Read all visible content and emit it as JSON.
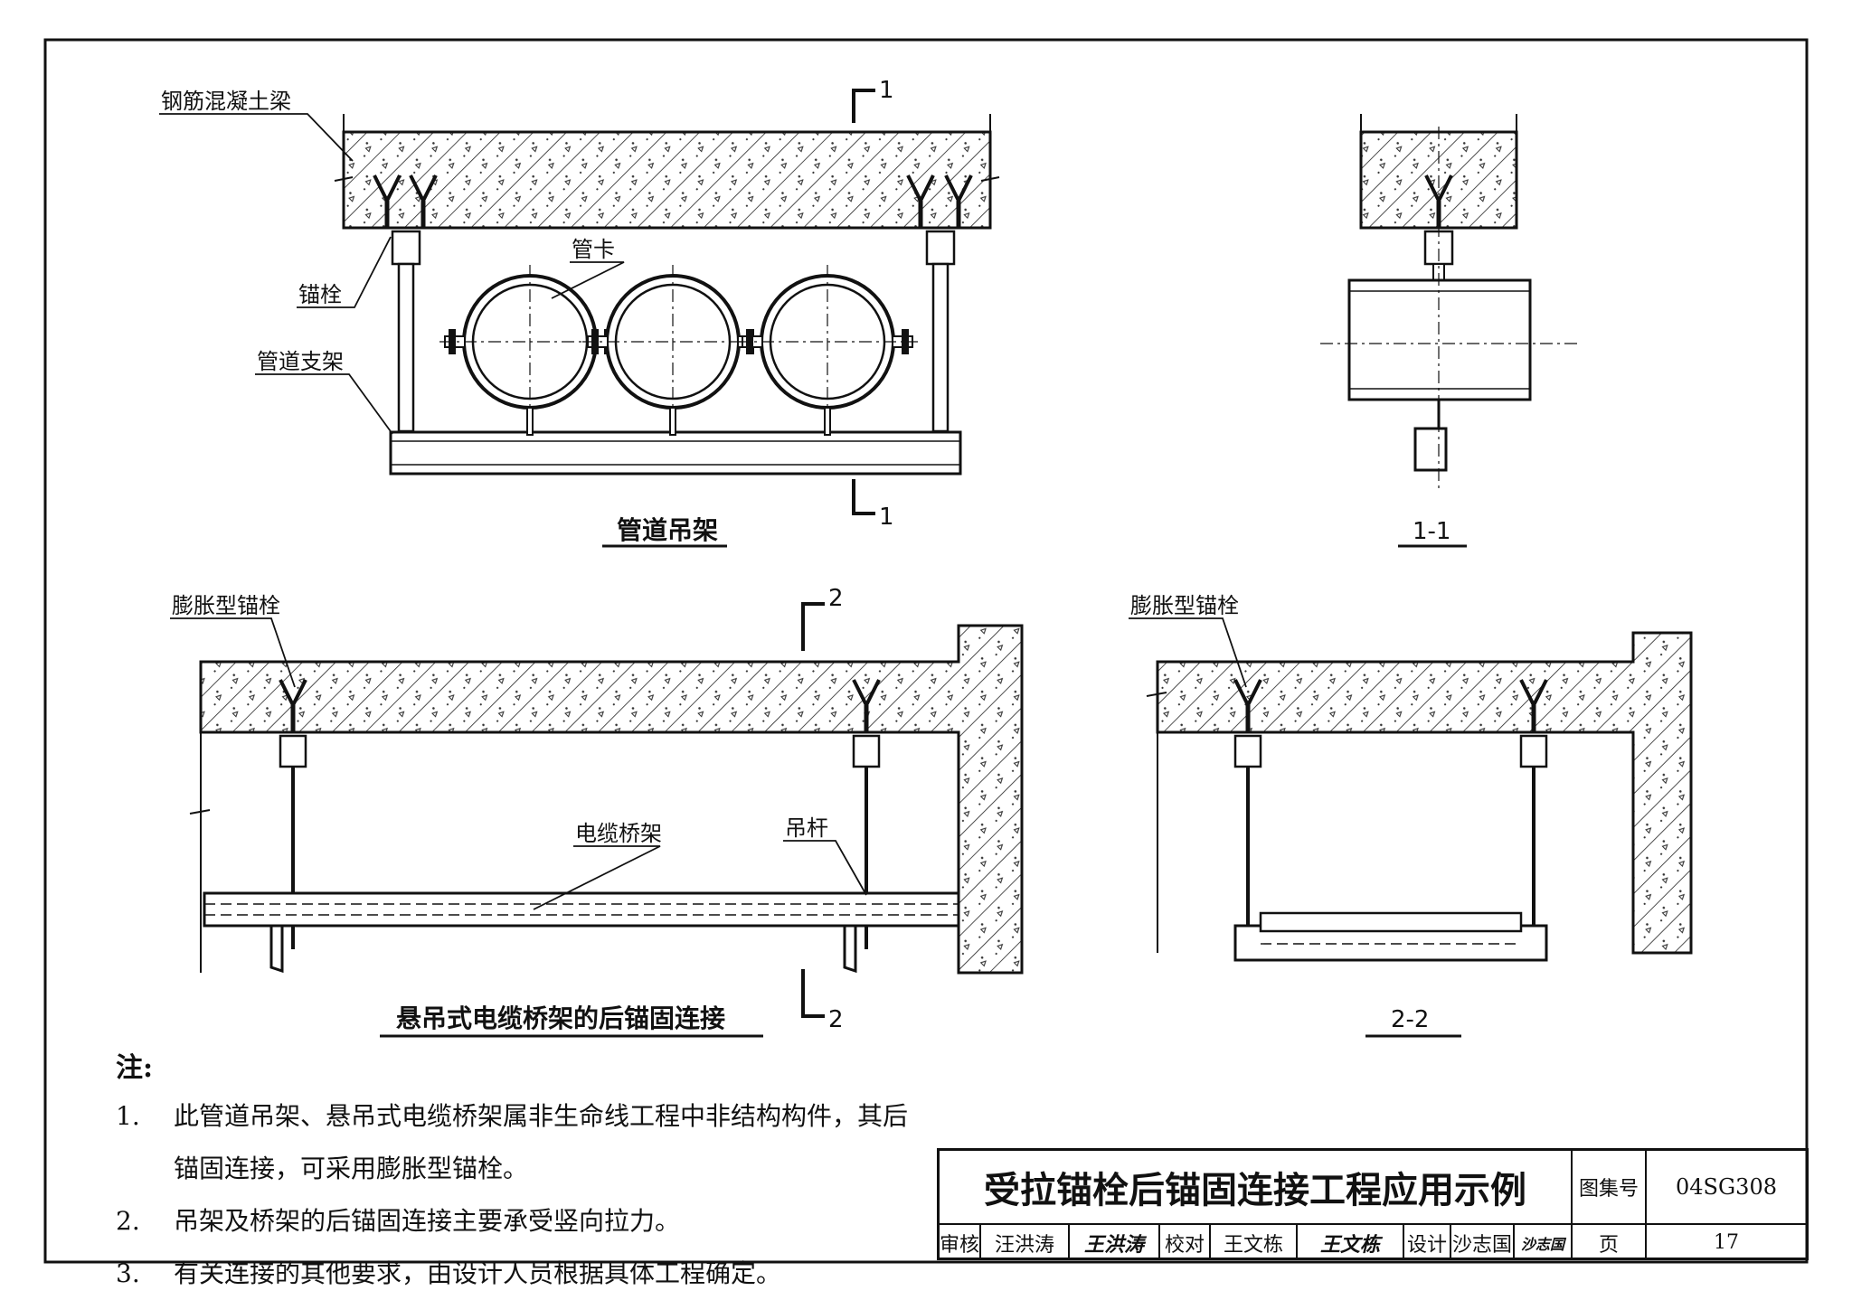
{
  "top": {
    "label_beam": "钢筋混凝土梁",
    "label_anchor": "锚栓",
    "label_support": "管道支架",
    "label_clamp": "管卡",
    "caption": "管道吊架",
    "section_mark": "1",
    "section_title": "1-1"
  },
  "bottom": {
    "label_anchor_left": "膨胀型锚栓",
    "label_anchor_right": "膨胀型锚栓",
    "label_tray": "电缆桥架",
    "label_rod": "吊杆",
    "caption": "悬吊式电缆桥架的后锚固连接",
    "section_mark": "2",
    "section_title": "2-2"
  },
  "notes": {
    "heading": "注:",
    "items": [
      {
        "num": "1.",
        "text": "此管道吊架、悬吊式电缆桥架属非生命线工程中非结构构件，其后锚固连接，可采用膨胀型锚栓。"
      },
      {
        "num": "2.",
        "text": "吊架及桥架的后锚固连接主要承受竖向拉力。"
      },
      {
        "num": "3.",
        "text": "有关连接的其他要求，由设计人员根据具体工程确定。"
      }
    ]
  },
  "title_block": {
    "title": "受拉锚栓后锚固连接工程应用示例",
    "atlas_label": "图集号",
    "atlas_no": "04SG308",
    "review_label": "审核",
    "review_name": "汪洪涛",
    "review_sign": "王洪涛",
    "check_label": "校对",
    "check_name": "王文栋",
    "check_sign": "王文栋",
    "design_label": "设计",
    "design_name": "沙志国",
    "design_sign": "沙志国",
    "page_label": "页",
    "page_no": "17"
  }
}
